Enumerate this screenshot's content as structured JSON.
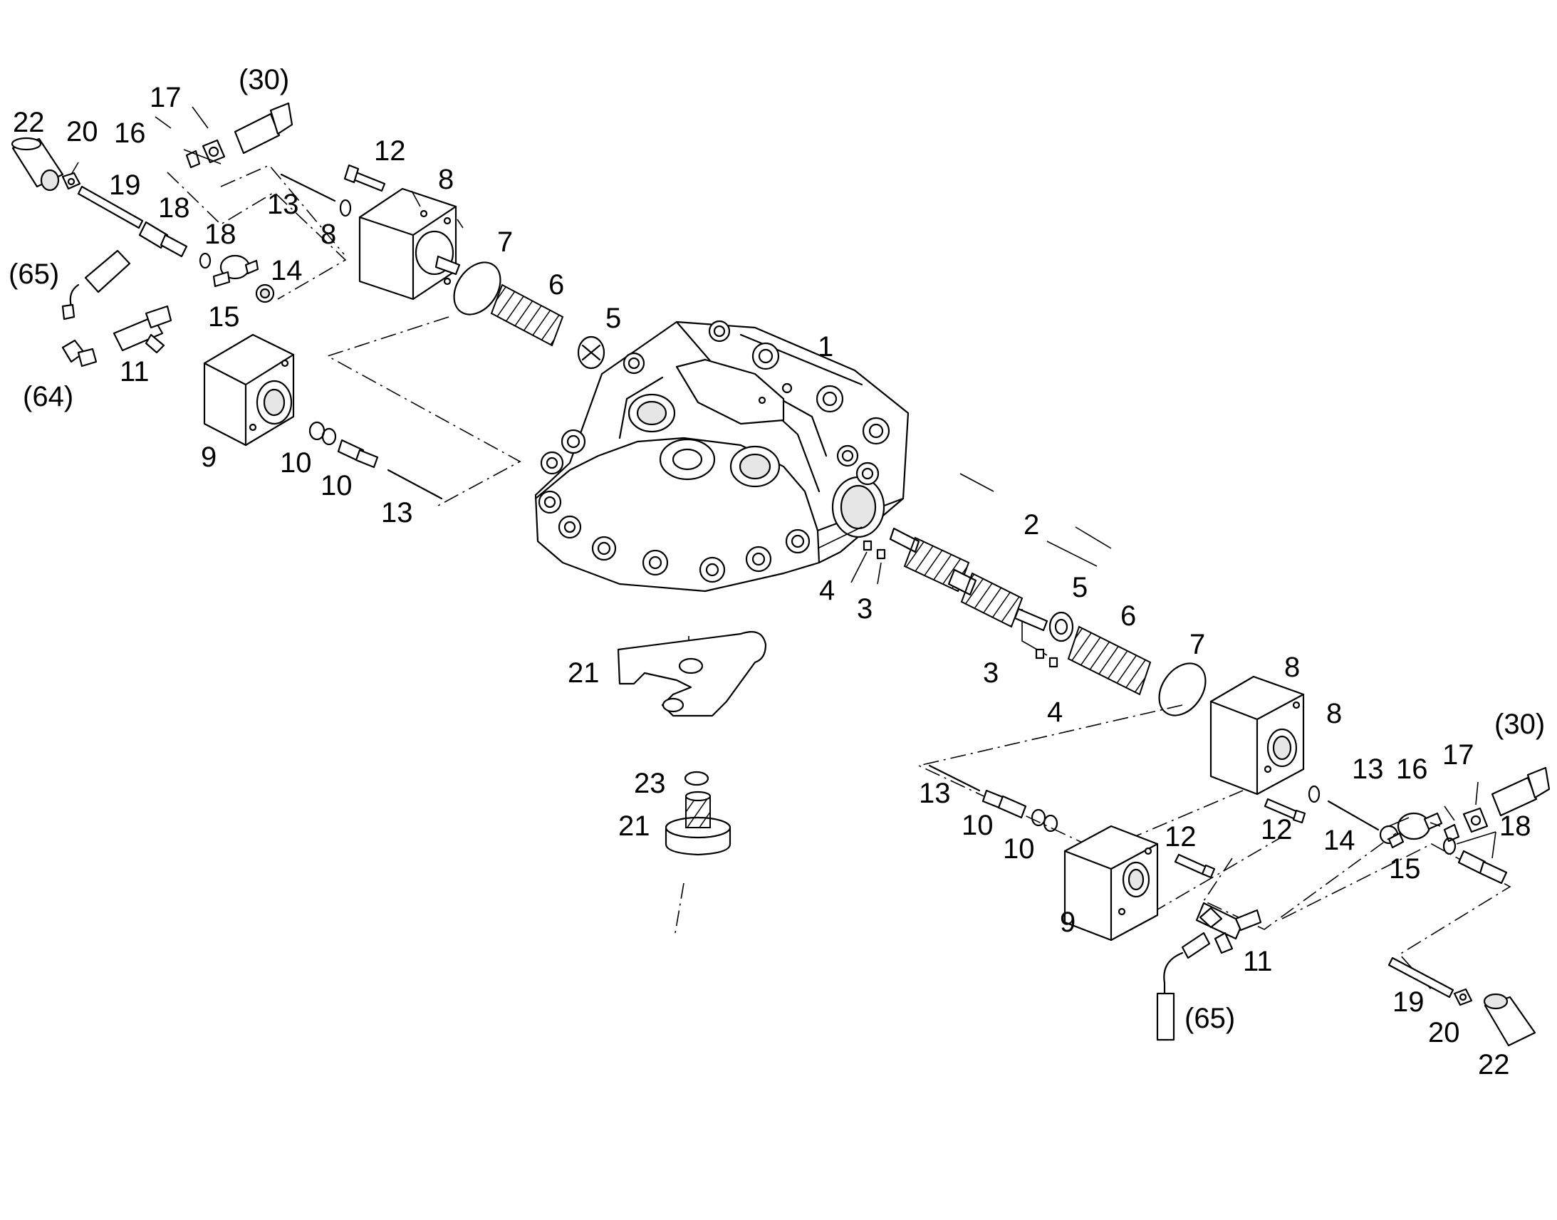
{
  "labels": {
    "p1": "1",
    "p2": "2",
    "p3a": "3",
    "p3b": "3",
    "p4a": "4",
    "p4b": "4",
    "p5a": "5",
    "p5b": "5",
    "p6a": "6",
    "p6b": "6",
    "p7a": "7",
    "p7b": "7",
    "p8a": "8",
    "p8b": "8",
    "p8c": "8",
    "p8d": "8",
    "p9a": "9",
    "p9b": "9",
    "p10a": "10",
    "p10b": "10",
    "p10c": "10",
    "p10d": "10",
    "p11a": "11",
    "p11b": "11",
    "p12a": "12",
    "p12b": "12",
    "p12c": "12",
    "p13a": "13",
    "p13b": "13",
    "p13c": "13",
    "p13d": "13",
    "p14a": "14",
    "p14b": "14",
    "p15a": "15",
    "p15b": "15",
    "p16a": "16",
    "p16b": "16",
    "p17a": "17",
    "p17b": "17",
    "p18a": "18",
    "p18b": "18",
    "p18c": "18",
    "p19a": "19",
    "p19b": "19",
    "p20a": "20",
    "p20b": "20",
    "p21a": "21",
    "p21b": "21",
    "p22a": "22",
    "p22b": "22",
    "p23": "23",
    "p30a": "(30)",
    "p30b": "(30)",
    "p64": "(64)",
    "p65a": "(65)",
    "p65b": "(65)"
  }
}
